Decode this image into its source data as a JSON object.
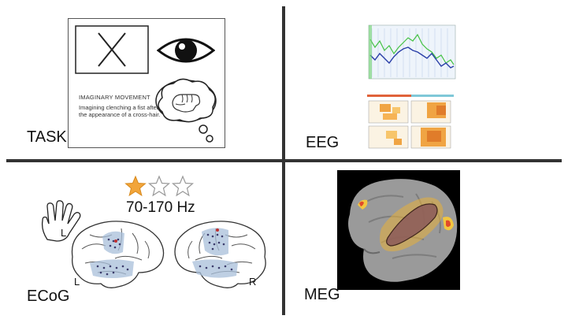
{
  "quadrants": {
    "task": {
      "label": "TASK",
      "card_title": "IMAGINARY MOVEMENT",
      "card_description": "Imagining clenching a fist after the appearance of a cross-hair."
    },
    "eeg": {
      "label": "EEG"
    },
    "ecog": {
      "label": "ECoG",
      "rating": {
        "filled": 1,
        "total": 3
      },
      "frequency": "70-170 Hz",
      "hand_label": "L",
      "left_brain_label": "L",
      "right_brain_label": "R"
    },
    "meg": {
      "label": "MEG"
    }
  },
  "colors": {
    "divider": "#333333",
    "star_filled": "#f2a53a",
    "electrode_area": "#a8bfd9",
    "meg_activation": "#e8b03a",
    "meg_roi": "#8b5a5a"
  },
  "icons": [
    "cross-hair-icon",
    "eye-icon",
    "thought-bubble-icon",
    "fist-icon",
    "hand-icon",
    "star-icon"
  ]
}
